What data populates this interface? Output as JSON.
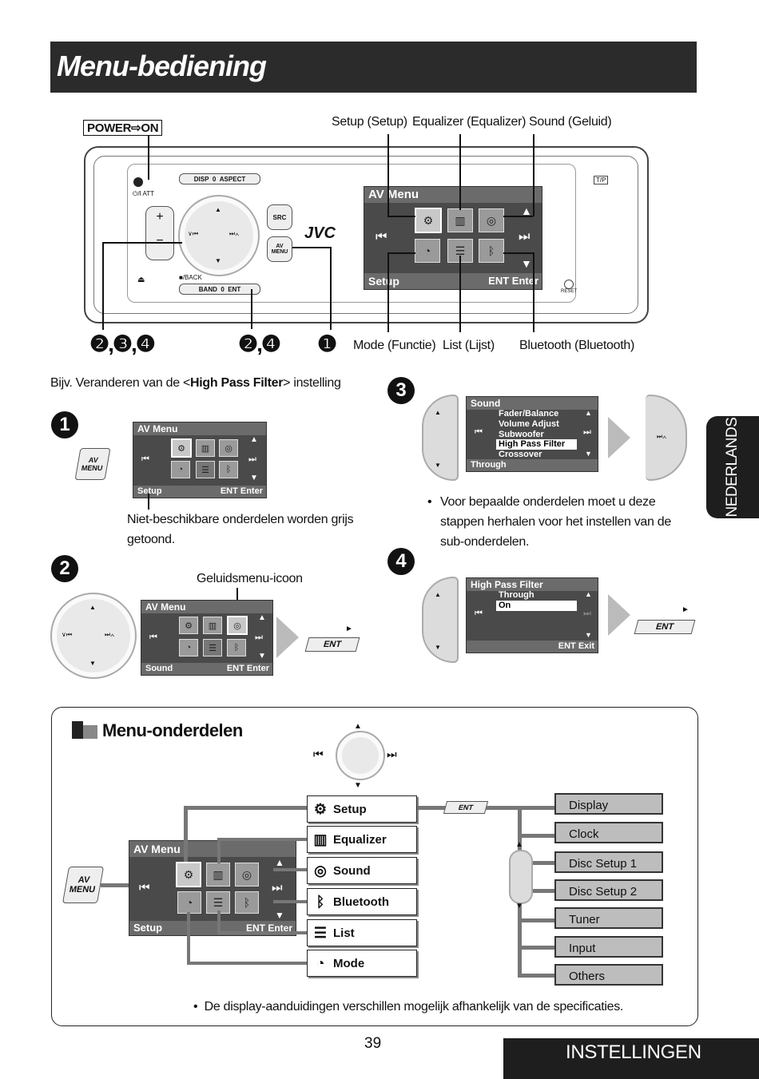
{
  "header": {
    "title": "Menu-bediening"
  },
  "device": {
    "power_on": "POWER⇨ON",
    "callouts_top": [
      "Setup (Setup)",
      "Equalizer (Equalizer)",
      "Sound (Geluid)"
    ],
    "callouts_bottom": [
      "Mode (Functie)",
      "List (Lijst)",
      "Bluetooth (Bluetooth)"
    ],
    "steps_left": "❷,❸,❹",
    "steps_mid": "❷,❹",
    "step_one": "❶",
    "brand": "JVC",
    "btn_disp": "DISP",
    "btn_aspect": "ASPECT",
    "btn_src": "SRC",
    "btn_av_menu": "AV MENU",
    "btn_band": "BAND",
    "btn_ent": "ENT",
    "btn_back": "■/BACK",
    "btn_att": "⏻/I ATT",
    "btn_tp": "T/P",
    "btn_reset": "RESET",
    "screen_title": "AV Menu",
    "screen_footer": "Setup",
    "screen_enter": "ENT Enter"
  },
  "example": {
    "intro_prefix": "Bijv. Veranderen van de <",
    "intro_bold": "High Pass Filter",
    "intro_suffix": "> instelling",
    "step1_note": "Niet-beschikbare onderdelen worden grijs getoond.",
    "step2_label": "Geluidsmenu-icoon",
    "step3_bullet": "Voor bepaalde onderdelen moet u deze stappen herhalen voor het instellen van de sub-onderdelen.",
    "step_numbers": [
      "1",
      "2",
      "3",
      "4"
    ],
    "av_menu_key": "AV MENU",
    "screen1": {
      "title": "AV Menu",
      "footer": "Setup",
      "enter": "ENT Enter"
    },
    "screen2": {
      "title": "AV Menu",
      "footer": "Sound",
      "enter": "ENT Enter"
    },
    "screen3": {
      "title": "Sound",
      "items": [
        "Fader/Balance",
        "Volume Adjust",
        "Subwoofer",
        "High Pass Filter",
        "Crossover"
      ],
      "footer": "Through"
    },
    "screen4": {
      "title": "High Pass Filter",
      "items": [
        "Through",
        "On"
      ],
      "exit": "ENT Exit"
    },
    "ent_key": "ENT"
  },
  "menu_section": {
    "title": "Menu-onderdelen",
    "av_menu_key": "AV MENU",
    "screen": {
      "title": "AV Menu",
      "footer": "Setup",
      "enter": "ENT Enter"
    },
    "items": [
      {
        "label": "Setup",
        "icon": "gear-icon"
      },
      {
        "label": "Equalizer",
        "icon": "equalizer-icon"
      },
      {
        "label": "Sound",
        "icon": "speaker-icon"
      },
      {
        "label": "Bluetooth",
        "icon": "bluetooth-icon"
      },
      {
        "label": "List",
        "icon": "list-icon"
      },
      {
        "label": "Mode",
        "icon": "mode-icon"
      }
    ],
    "ent_label": "ENT",
    "setup_sub": [
      "Display",
      "Clock",
      "Disc Setup 1",
      "Disc Setup 2",
      "Tuner",
      "Input",
      "Others"
    ],
    "note": "De display-aanduidingen verschillen mogelijk afhankelijk van de specificaties."
  },
  "side_tab": "NEDERLANDS",
  "footer": {
    "page_number": "39",
    "section": "INSTELLINGEN"
  }
}
